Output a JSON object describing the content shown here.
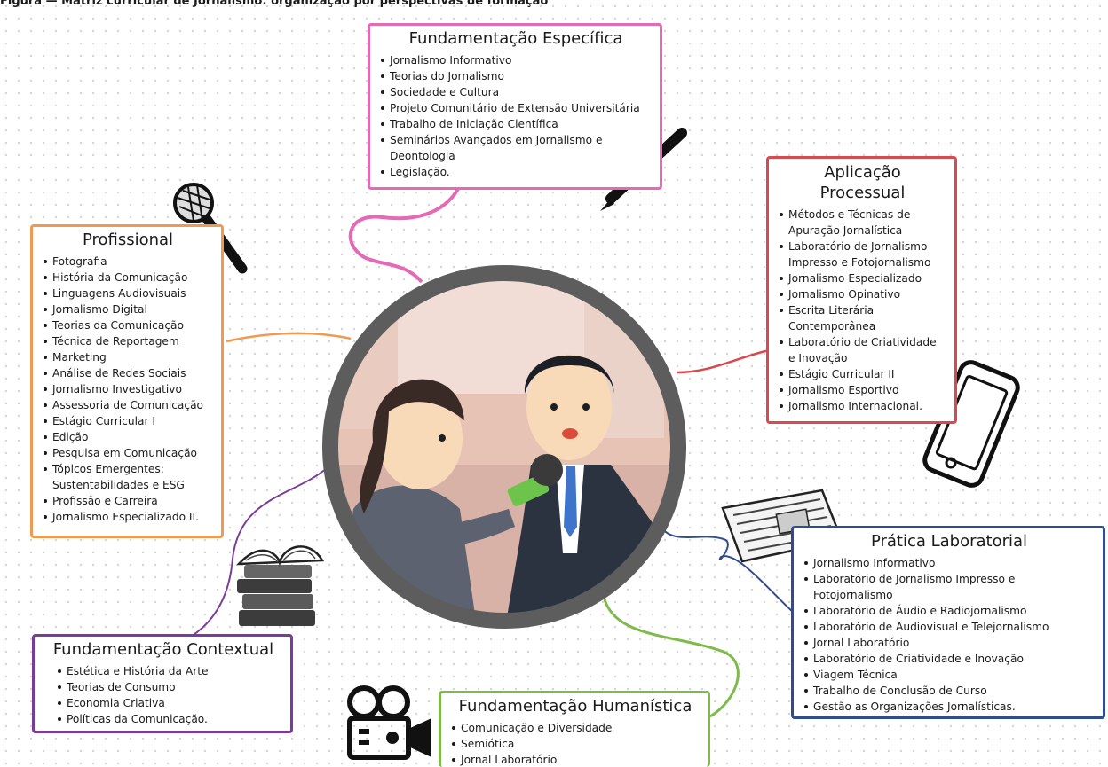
{
  "caption": "Figura — Matriz curricular de Jornalismo: organização por perspectivas de formação",
  "colors": {
    "especifica": "#e46ab5",
    "processual": "#d9494f",
    "profissional": "#ef9a52",
    "laboratorial": "#2f4c8f",
    "contextual": "#7a3d97",
    "humanistica": "#7fba4a"
  },
  "icons": [
    "microphone-icon",
    "pen-icon",
    "smartphone-icon",
    "newspaper-icon",
    "books-icon",
    "video-camera-icon"
  ],
  "especifica": {
    "title": "Fundamentação Específica",
    "items": [
      "Jornalismo Informativo",
      "Teorias do Jornalismo",
      "Sociedade e Cultura",
      "Projeto Comunitário de Extensão Universitária",
      "Trabalho de Iniciação Científica",
      "Seminários Avançados em Jornalismo e Deontologia",
      "Legislação."
    ]
  },
  "processual": {
    "title": "Aplicação Processual",
    "items": [
      "Métodos e Técnicas de Apuração Jornalística",
      "Laboratório de Jornalismo Impresso e Fotojornalismo",
      "Jornalismo Especializado",
      "Jornalismo Opinativo",
      "Escrita Literária Contemporânea",
      "Laboratório de Criatividade e Inovação",
      "Estágio Curricular II",
      "Jornalismo Esportivo",
      "Jornalismo Internacional."
    ]
  },
  "profissional": {
    "title": "Profissional",
    "items": [
      "Fotografia",
      "História da Comunicação",
      "Linguagens Audiovisuais",
      "Jornalismo Digital",
      "Teorias da Comunicação",
      "Técnica de Reportagem",
      "Marketing",
      "Análise de Redes Sociais",
      "Jornalismo Investigativo",
      "Assessoria de Comunicação",
      "Estágio Curricular I",
      "Edição",
      "Pesquisa em Comunicação",
      "Tópicos Emergentes: Sustentabilidades e ESG",
      "Profissão e Carreira",
      "Jornalismo Especializado II."
    ]
  },
  "laboratorial": {
    "title": "Prática Laboratorial",
    "items": [
      "Jornalismo Informativo",
      "Laboratório de Jornalismo Impresso e Fotojornalismo",
      "Laboratório de Áudio e Radiojornalismo",
      "Laboratório de Audiovisual e Telejornalismo",
      "Jornal Laboratório",
      "Laboratório de Criatividade e Inovação",
      "Viagem Técnica",
      "Trabalho de Conclusão de Curso",
      "Gestão as Organizações Jornalísticas."
    ]
  },
  "contextual": {
    "title": "Fundamentação Contextual",
    "items": [
      "Estética e História da Arte",
      "Teorias de Consumo",
      "Economia Criativa",
      "Políticas da Comunicação."
    ]
  },
  "humanistica": {
    "title": "Fundamentação Humanística",
    "items": [
      "Comunicação e Diversidade",
      "Semiótica",
      "Jornal Laboratório"
    ]
  }
}
